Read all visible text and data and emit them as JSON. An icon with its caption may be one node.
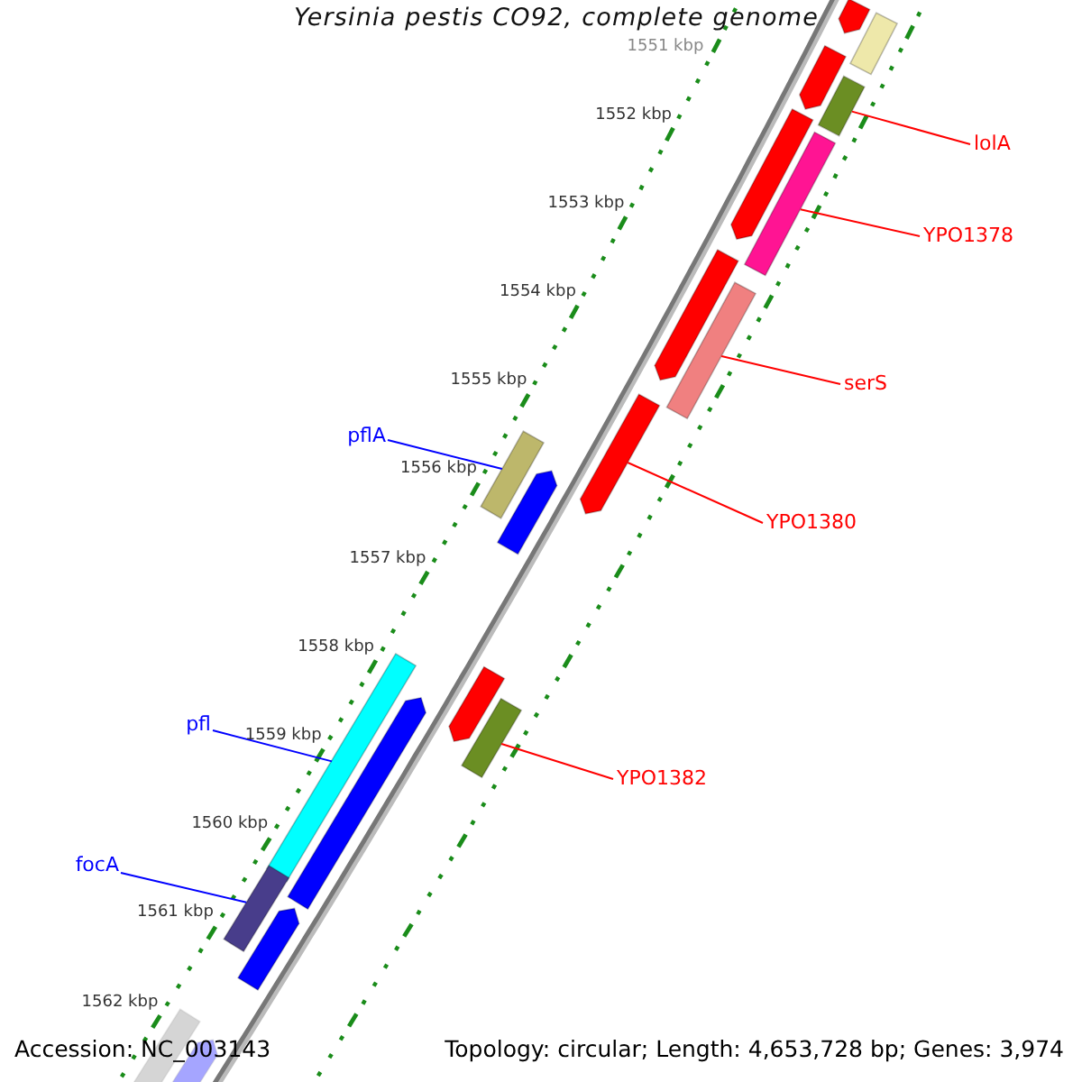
{
  "diagram": {
    "title": "Yersinia pestis CO92, complete genome",
    "nodes": [
      {
        "text": [],
        "shape": "arrow"
      },
      {
        "text": [],
        "shape": "bar"
      },
      {
        "text": [],
        "shape": "arrow"
      },
      {
        "text": [
          "lolA"
        ]
      },
      {
        "text": [],
        "shape": "bar"
      },
      {
        "text": [],
        "shape": "arrow"
      },
      {
        "text": [
          "YPO1378"
        ]
      },
      {
        "text": [],
        "shape": "bar"
      },
      {
        "text": [],
        "shape": "arrow"
      },
      {
        "text": [
          "serS"
        ]
      },
      {
        "text": [],
        "shape": "bar"
      },
      {
        "text": [],
        "shape": "arrow"
      },
      {
        "text": [
          "pflA"
        ]
      },
      {
        "text": [],
        "shape": "bar"
      },
      {
        "text": [],
        "shape": "arrow"
      },
      {
        "text": [
          "YPO1380"
        ]
      },
      {
        "text": [],
        "shape": "arrow"
      },
      {
        "text": [],
        "shape": "bar"
      },
      {
        "text": [
          "pfl"
        ]
      },
      {
        "text": [],
        "shape": "bar"
      },
      {
        "text": [],
        "shape": "arrow"
      },
      {
        "text": [
          "YPO1382"
        ]
      },
      {
        "text": [
          "focA"
        ]
      },
      {
        "text": [],
        "shape": "bar"
      },
      {
        "text": [],
        "shape": "arrow"
      },
      {
        "text": [],
        "shape": "arrow"
      },
      {
        "text": [],
        "shape": "bar"
      }
    ],
    "edges": [
      {
        "from": 3,
        "to": 4,
        "arrow": "none"
      },
      {
        "from": 6,
        "to": 7,
        "arrow": "none"
      },
      {
        "from": 9,
        "to": 10,
        "arrow": "none"
      },
      {
        "from": 12,
        "to": 13,
        "arrow": "none",
        "color": "#0000ff"
      },
      {
        "from": 15,
        "to": 11,
        "arrow": "none"
      },
      {
        "from": 18,
        "to": 19,
        "arrow": "none",
        "color": "#0000ff"
      },
      {
        "from": 21,
        "to": 17,
        "arrow": "none"
      },
      {
        "from": 22,
        "to": 23,
        "arrow": "none",
        "color": "#0000ff"
      }
    ],
    "labels": [
      "1551 kbp",
      "1552 kbp",
      "1553 kbp",
      "1554 kbp",
      "1555 kbp",
      "1556 kbp",
      "1557 kbp",
      "1558 kbp",
      "1559 kbp",
      "1560 kbp",
      "1561 kbp",
      "1562 kbp",
      "Accession: NC_003143",
      "Topology: circular; Length: 4,653,728 bp; Genes: 3,974"
    ]
  }
}
